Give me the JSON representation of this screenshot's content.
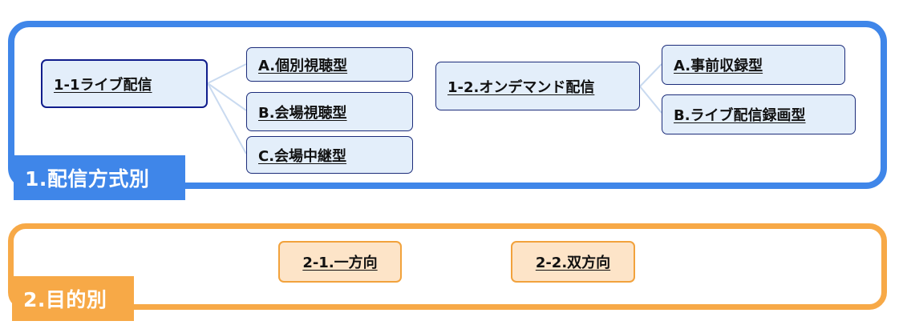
{
  "sections": {
    "delivery": {
      "label": "1.配信方式別",
      "color": "#3f86e9",
      "groups": [
        {
          "main": "1-1ライブ配信",
          "children": [
            "A.個別視聴型",
            "B.会場視聴型",
            "C.会場中継型"
          ]
        },
        {
          "main": "1-2.オンデマンド配信",
          "children": [
            "A.事前収録型",
            "B.ライブ配信録画型"
          ]
        }
      ]
    },
    "purpose": {
      "label": "2.目的別",
      "color": "#f7a947",
      "items": [
        "2-1.一方向",
        "2-2.双方向"
      ]
    }
  }
}
